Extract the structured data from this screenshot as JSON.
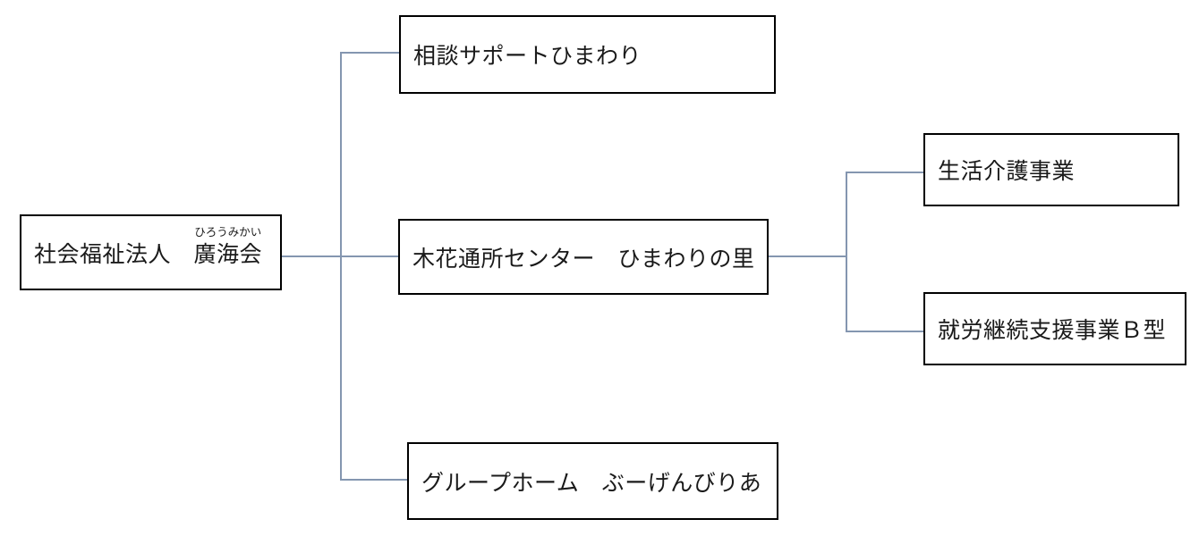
{
  "colors": {
    "connector": "#8496b0",
    "border": "#000000",
    "text": "#1a1a1a",
    "background": "#ffffff"
  },
  "org": {
    "root": {
      "prefix": "社会福祉法人　",
      "name": "廣海会",
      "furigana": "ひろうみかい"
    },
    "children": [
      {
        "label": "相談サポートひまわり"
      },
      {
        "label": "木花通所センター　ひまわりの里"
      },
      {
        "label": "グループホーム　ぶーげんびりあ"
      }
    ],
    "grandchildren": [
      {
        "label": "生活介護事業"
      },
      {
        "label": "就労継続支援事業Ｂ型"
      }
    ]
  }
}
